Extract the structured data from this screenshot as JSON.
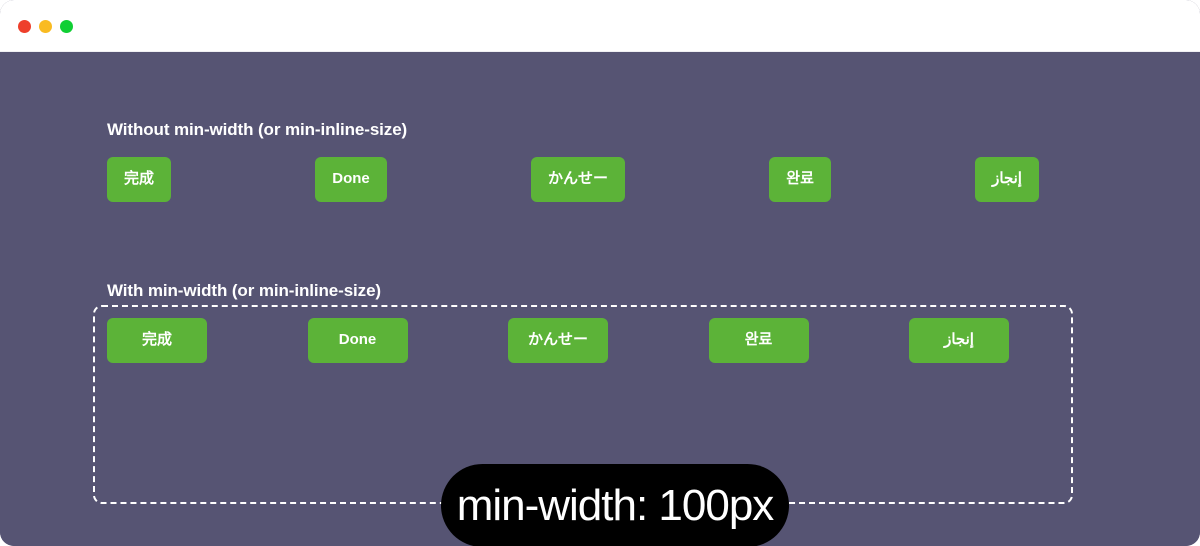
{
  "window": {
    "titlebar": {
      "buttons": [
        {
          "name": "close",
          "color": "#ee3f2b"
        },
        {
          "name": "minimize",
          "color": "#f9bb21"
        },
        {
          "name": "maximize",
          "color": "#10cf34"
        }
      ]
    },
    "background_color": "#565473"
  },
  "sections": [
    {
      "id": "without-min-width",
      "heading": "Without min-width (or min-inline-size)",
      "buttons": [
        {
          "label": "完成",
          "lang": "zh",
          "rtl": false
        },
        {
          "label": "Done",
          "lang": "en",
          "rtl": false
        },
        {
          "label": "かんせー",
          "lang": "ja",
          "rtl": false
        },
        {
          "label": "완료",
          "lang": "ko",
          "rtl": false
        },
        {
          "label": "إنجاز",
          "lang": "ar",
          "rtl": true
        }
      ]
    },
    {
      "id": "with-min-width",
      "heading": "With min-width (or min-inline-size)",
      "buttons": [
        {
          "label": "完成",
          "lang": "zh",
          "rtl": false
        },
        {
          "label": "Done",
          "lang": "en",
          "rtl": false
        },
        {
          "label": "かんせー",
          "lang": "ja",
          "rtl": false
        },
        {
          "label": "완료",
          "lang": "ko",
          "rtl": false
        },
        {
          "label": "إنجاز",
          "lang": "ar",
          "rtl": true
        }
      ]
    }
  ],
  "callout": {
    "label": "min-width: 100px",
    "background_color": "#000000",
    "text_color": "#ffffff"
  },
  "colors": {
    "button_green": "#5cb338",
    "button_text": "#ffffff",
    "canvas": "#565473",
    "dashed_border": "#ffffff",
    "titlebar": "#ffffff"
  }
}
